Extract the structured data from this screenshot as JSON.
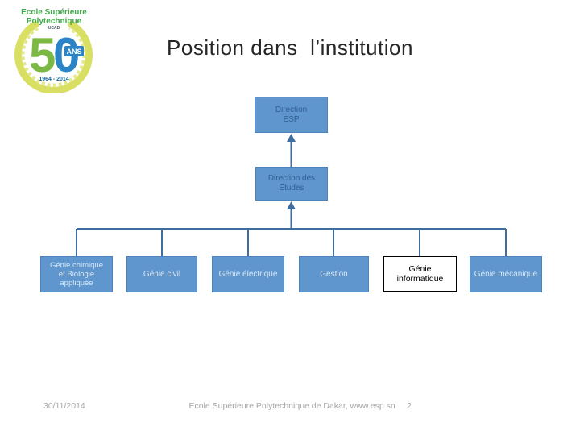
{
  "slide_title": "Position dans  l’institution",
  "logo": {
    "line1": "Ecole Supérieure",
    "line2": "Polytechnique",
    "line3": "UCAD",
    "digit_5": "5",
    "digit_0": "0",
    "ans": "ANS",
    "years": "1964 - 2014"
  },
  "org_chart": {
    "type": "org-hierarchy-tree",
    "arrow_direction": "upward (children point to parent)",
    "nodes": [
      {
        "id": "direction-esp",
        "label": "Direction\nESP",
        "reports_to": null,
        "highlighted": false
      },
      {
        "id": "direction-etudes",
        "label": "Direction des\nEtudes",
        "reports_to": "direction-esp",
        "highlighted": false
      },
      {
        "id": "genie-chimique",
        "label": "Génie chimique\net Biologie\nappliquée",
        "reports_to": "direction-etudes",
        "highlighted": false
      },
      {
        "id": "genie-civil",
        "label": "Génie civil",
        "reports_to": "direction-etudes",
        "highlighted": false
      },
      {
        "id": "genie-electrique",
        "label": "Génie électrique",
        "reports_to": "direction-etudes",
        "highlighted": false
      },
      {
        "id": "gestion",
        "label": "Gestion",
        "reports_to": "direction-etudes",
        "highlighted": false
      },
      {
        "id": "genie-informatique",
        "label": "Génie\ninformatique",
        "reports_to": "direction-etudes",
        "highlighted": true
      },
      {
        "id": "genie-mecanique",
        "label": "Génie mécanique",
        "reports_to": "direction-etudes",
        "highlighted": false
      }
    ]
  },
  "footer": {
    "date": "30/11/2014",
    "credit": "Ecole Supérieure Polytechnique de Dakar, www.esp.sn",
    "page": "2"
  },
  "colors": {
    "node_fill": "#5e96cd",
    "node_border": "#4d82bd",
    "node_text_light": "#d8e8f7",
    "node_text_dark": "#2f5f93",
    "connector": "#3f6d9f",
    "highlight_fill": "#ffffff",
    "highlight_border": "#000000",
    "title_text": "#262626",
    "footer_text": "#a6a6a6",
    "logo_green": "#3faa49",
    "logo_digit_green": "#7cb944",
    "logo_digit_blue": "#2a84c5",
    "logo_wreath": "#d9df63",
    "logo_years": "#176a9c"
  }
}
